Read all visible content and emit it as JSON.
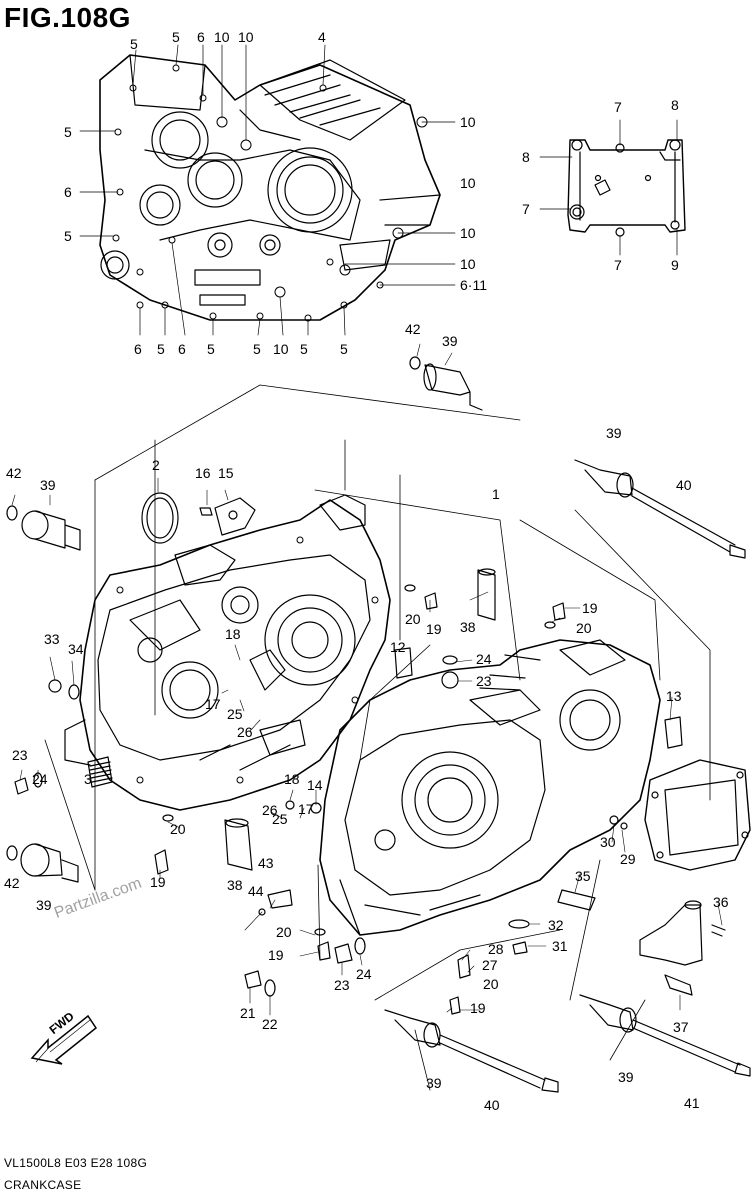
{
  "figure": {
    "title": "FIG.108G",
    "model_code": "VL1500L8  E03  E28  108G",
    "section_name": "CRANKCASE",
    "watermark": "Partzilla.com",
    "direction_label": "FWD"
  },
  "callouts": [
    "5",
    "5",
    "6",
    "10",
    "10",
    "4",
    "5",
    "10",
    "6",
    "10",
    "5",
    "10",
    "10",
    "6·11",
    "6",
    "5",
    "6",
    "5",
    "5",
    "10",
    "5",
    "5",
    "7",
    "8",
    "8",
    "7",
    "7",
    "9",
    "42",
    "39",
    "39",
    "2",
    "16",
    "15",
    "42",
    "39",
    "40",
    "1",
    "20",
    "19",
    "38",
    "19",
    "20",
    "33",
    "34",
    "18",
    "12",
    "24",
    "23",
    "13",
    "17",
    "25",
    "26",
    "23",
    "24",
    "14",
    "3",
    "18",
    "26",
    "17",
    "25",
    "42",
    "39",
    "38",
    "20",
    "19",
    "43",
    "44",
    "30",
    "29",
    "35",
    "36",
    "20",
    "19",
    "23",
    "24",
    "28",
    "27",
    "20",
    "32",
    "31",
    "21",
    "22",
    "19",
    "37",
    "39",
    "40",
    "39",
    "41"
  ]
}
